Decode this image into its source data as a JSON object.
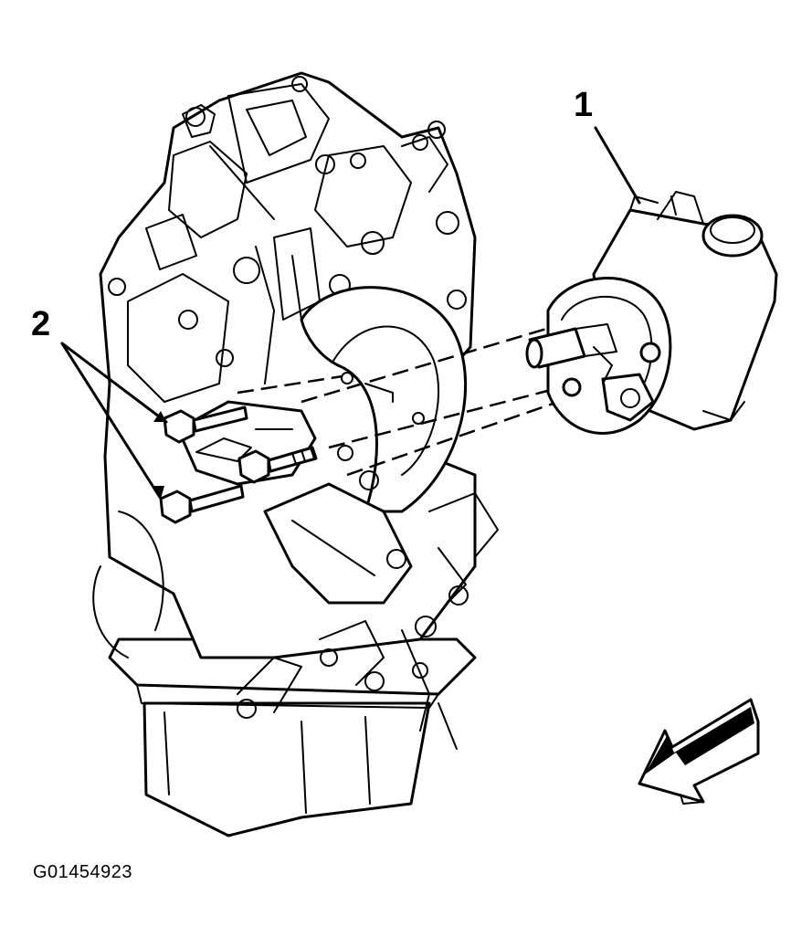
{
  "callouts": {
    "label_1": "1",
    "label_2": "2"
  },
  "figure_id": "G01454923",
  "icons": {
    "direction_arrow": "front-direction-arrow-icon"
  }
}
